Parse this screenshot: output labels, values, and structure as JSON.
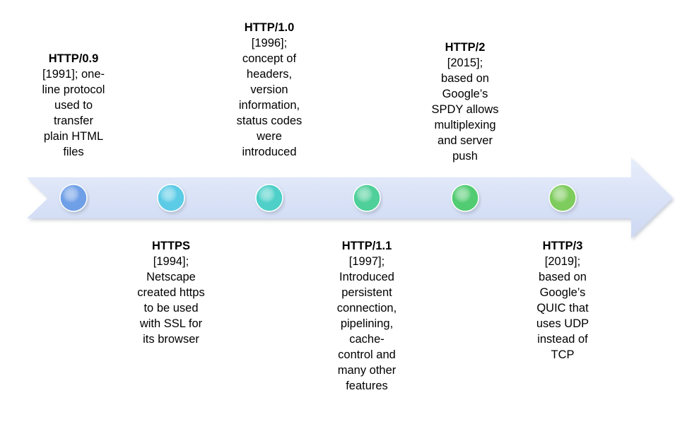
{
  "timeline": {
    "milestones": [
      {
        "title": "HTTP/0.9",
        "text": "[1991]; one-\nline protocol\nused to\ntransfer\nplain HTML\nfiles",
        "color": "#6f9fe6"
      },
      {
        "title": "HTTPS",
        "text": "[1994];\nNetscape\ncreated https\nto be used\nwith SSL for\nits browser",
        "color": "#5ccbe6"
      },
      {
        "title": "HTTP/1.0",
        "text": "[1996];\nconcept of\nheaders,\nversion\ninformation,\nstatus codes\nwere\nintroduced",
        "color": "#4ed0c8"
      },
      {
        "title": "HTTP/1.1",
        "text": "[1997];\nIntroduced\npersistent\nconnection,\npipelining,\ncache-\ncontrol and\nmany other\nfeatures",
        "color": "#4fcf9a"
      },
      {
        "title": "HTTP/2",
        "text": "[2015];\nbased on\nGoogle’s\nSPDY allows\nmultiplexing\nand server\npush",
        "color": "#52cc72"
      },
      {
        "title": "HTTP/3",
        "text": "[2019];\nbased on\nGoogle’s\nQUIC that\nuses UDP\ninstead of\nTCP",
        "color": "#7fcc5e"
      }
    ],
    "arrow_color": "#dbe4f8"
  }
}
